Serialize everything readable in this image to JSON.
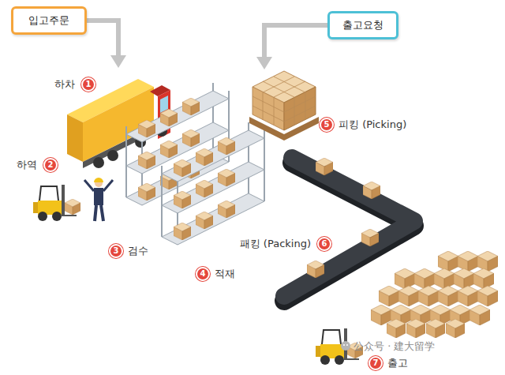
{
  "diagram": {
    "nodes": [
      {
        "text": [
          "입고주문"
        ]
      },
      {
        "text": [
          "출고요청"
        ]
      },
      {
        "text": [
          "하차",
          "1"
        ]
      },
      {
        "text": [
          "하역",
          "2"
        ]
      },
      {
        "text": [
          "검수",
          "3"
        ]
      },
      {
        "text": [
          "적재",
          "4"
        ]
      },
      {
        "text": [
          "피킹 (Picking)",
          "5"
        ]
      },
      {
        "text": [
          "패킹 (Packing)",
          "6"
        ]
      },
      {
        "text": [
          "출고",
          "7"
        ]
      }
    ],
    "labels": [
      "公众号 · 建大留学"
    ]
  }
}
